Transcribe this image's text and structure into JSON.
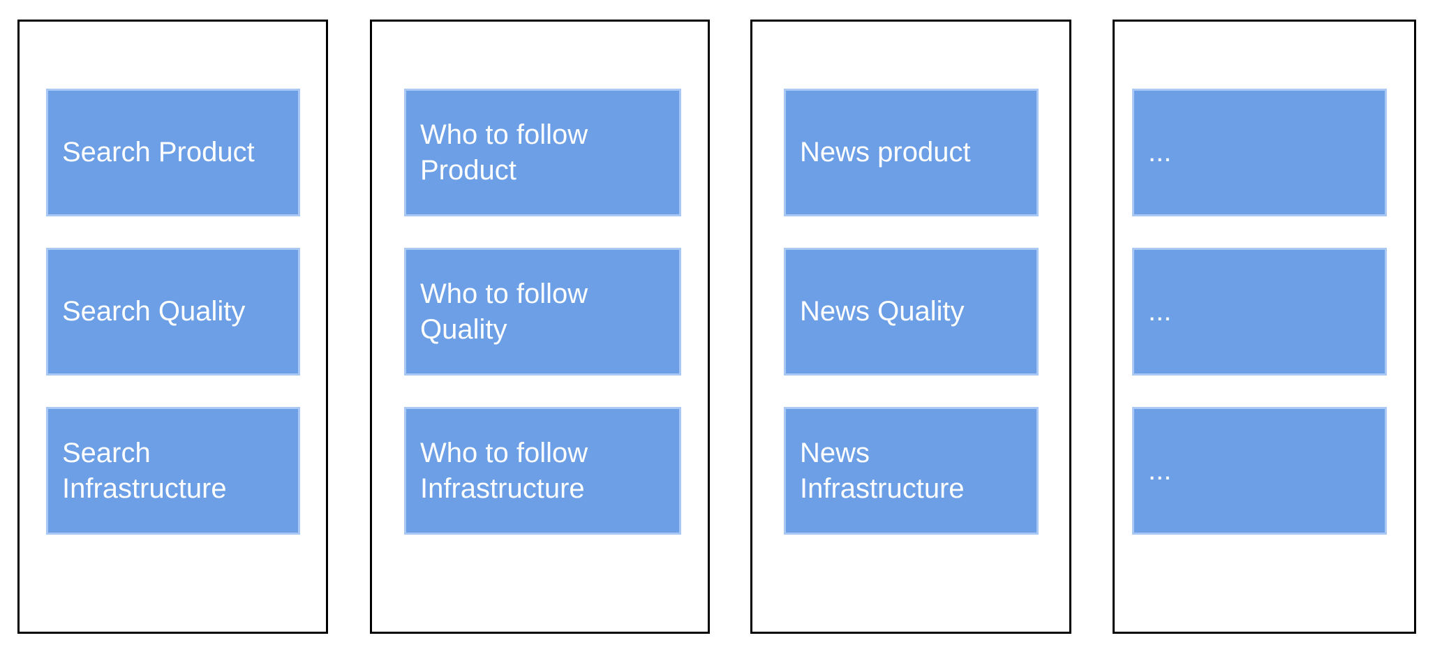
{
  "colors": {
    "card_fill": "#6d9fe6",
    "card_border": "#a9c8f4",
    "card_text": "#ffffff",
    "column_border": "#000000",
    "background": "#ffffff"
  },
  "columns": [
    {
      "cards": [
        {
          "label": "Search Product"
        },
        {
          "label": "Search Quality"
        },
        {
          "label": "Search\nInfrastructure"
        }
      ]
    },
    {
      "cards": [
        {
          "label": "Who to follow\nProduct"
        },
        {
          "label": "Who to follow\nQuality"
        },
        {
          "label": "Who to follow\nInfrastructure"
        }
      ]
    },
    {
      "cards": [
        {
          "label": "News product"
        },
        {
          "label": "News Quality"
        },
        {
          "label": "News\nInfrastructure"
        }
      ]
    },
    {
      "cards": [
        {
          "label": "..."
        },
        {
          "label": "..."
        },
        {
          "label": "..."
        }
      ]
    }
  ]
}
